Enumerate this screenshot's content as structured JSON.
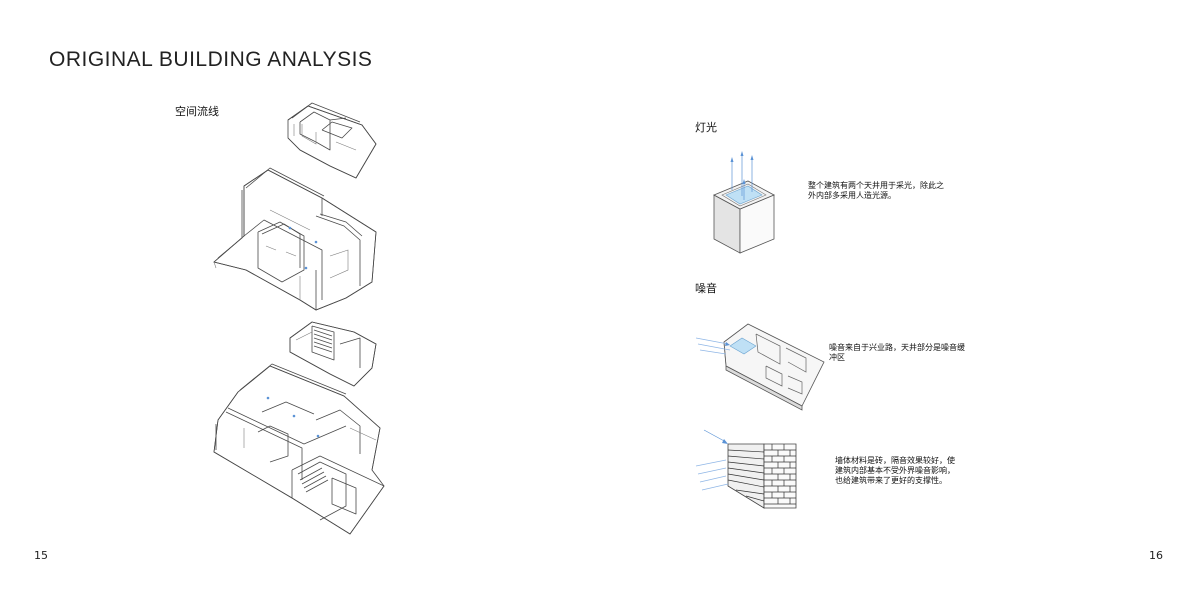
{
  "left_page": {
    "title": "ORIGINAL BUILDING ANALYSIS",
    "circulation_label": "空间流线",
    "page_number": "15"
  },
  "right_page": {
    "lighting": {
      "label": "灯光",
      "description": "整个建筑有两个天井用于采光，除此之\n外内部多采用人造光源。"
    },
    "noise": {
      "label": "噪音",
      "description": "噪音来自于兴业路，天井部分是噪音缓\n冲区"
    },
    "wall": {
      "description": "墙体材料是砖，隔音效果较好，使\n建筑内部基本不受外界噪音影响，\n也给建筑带来了更好的支撑性。"
    },
    "page_number": "16"
  }
}
